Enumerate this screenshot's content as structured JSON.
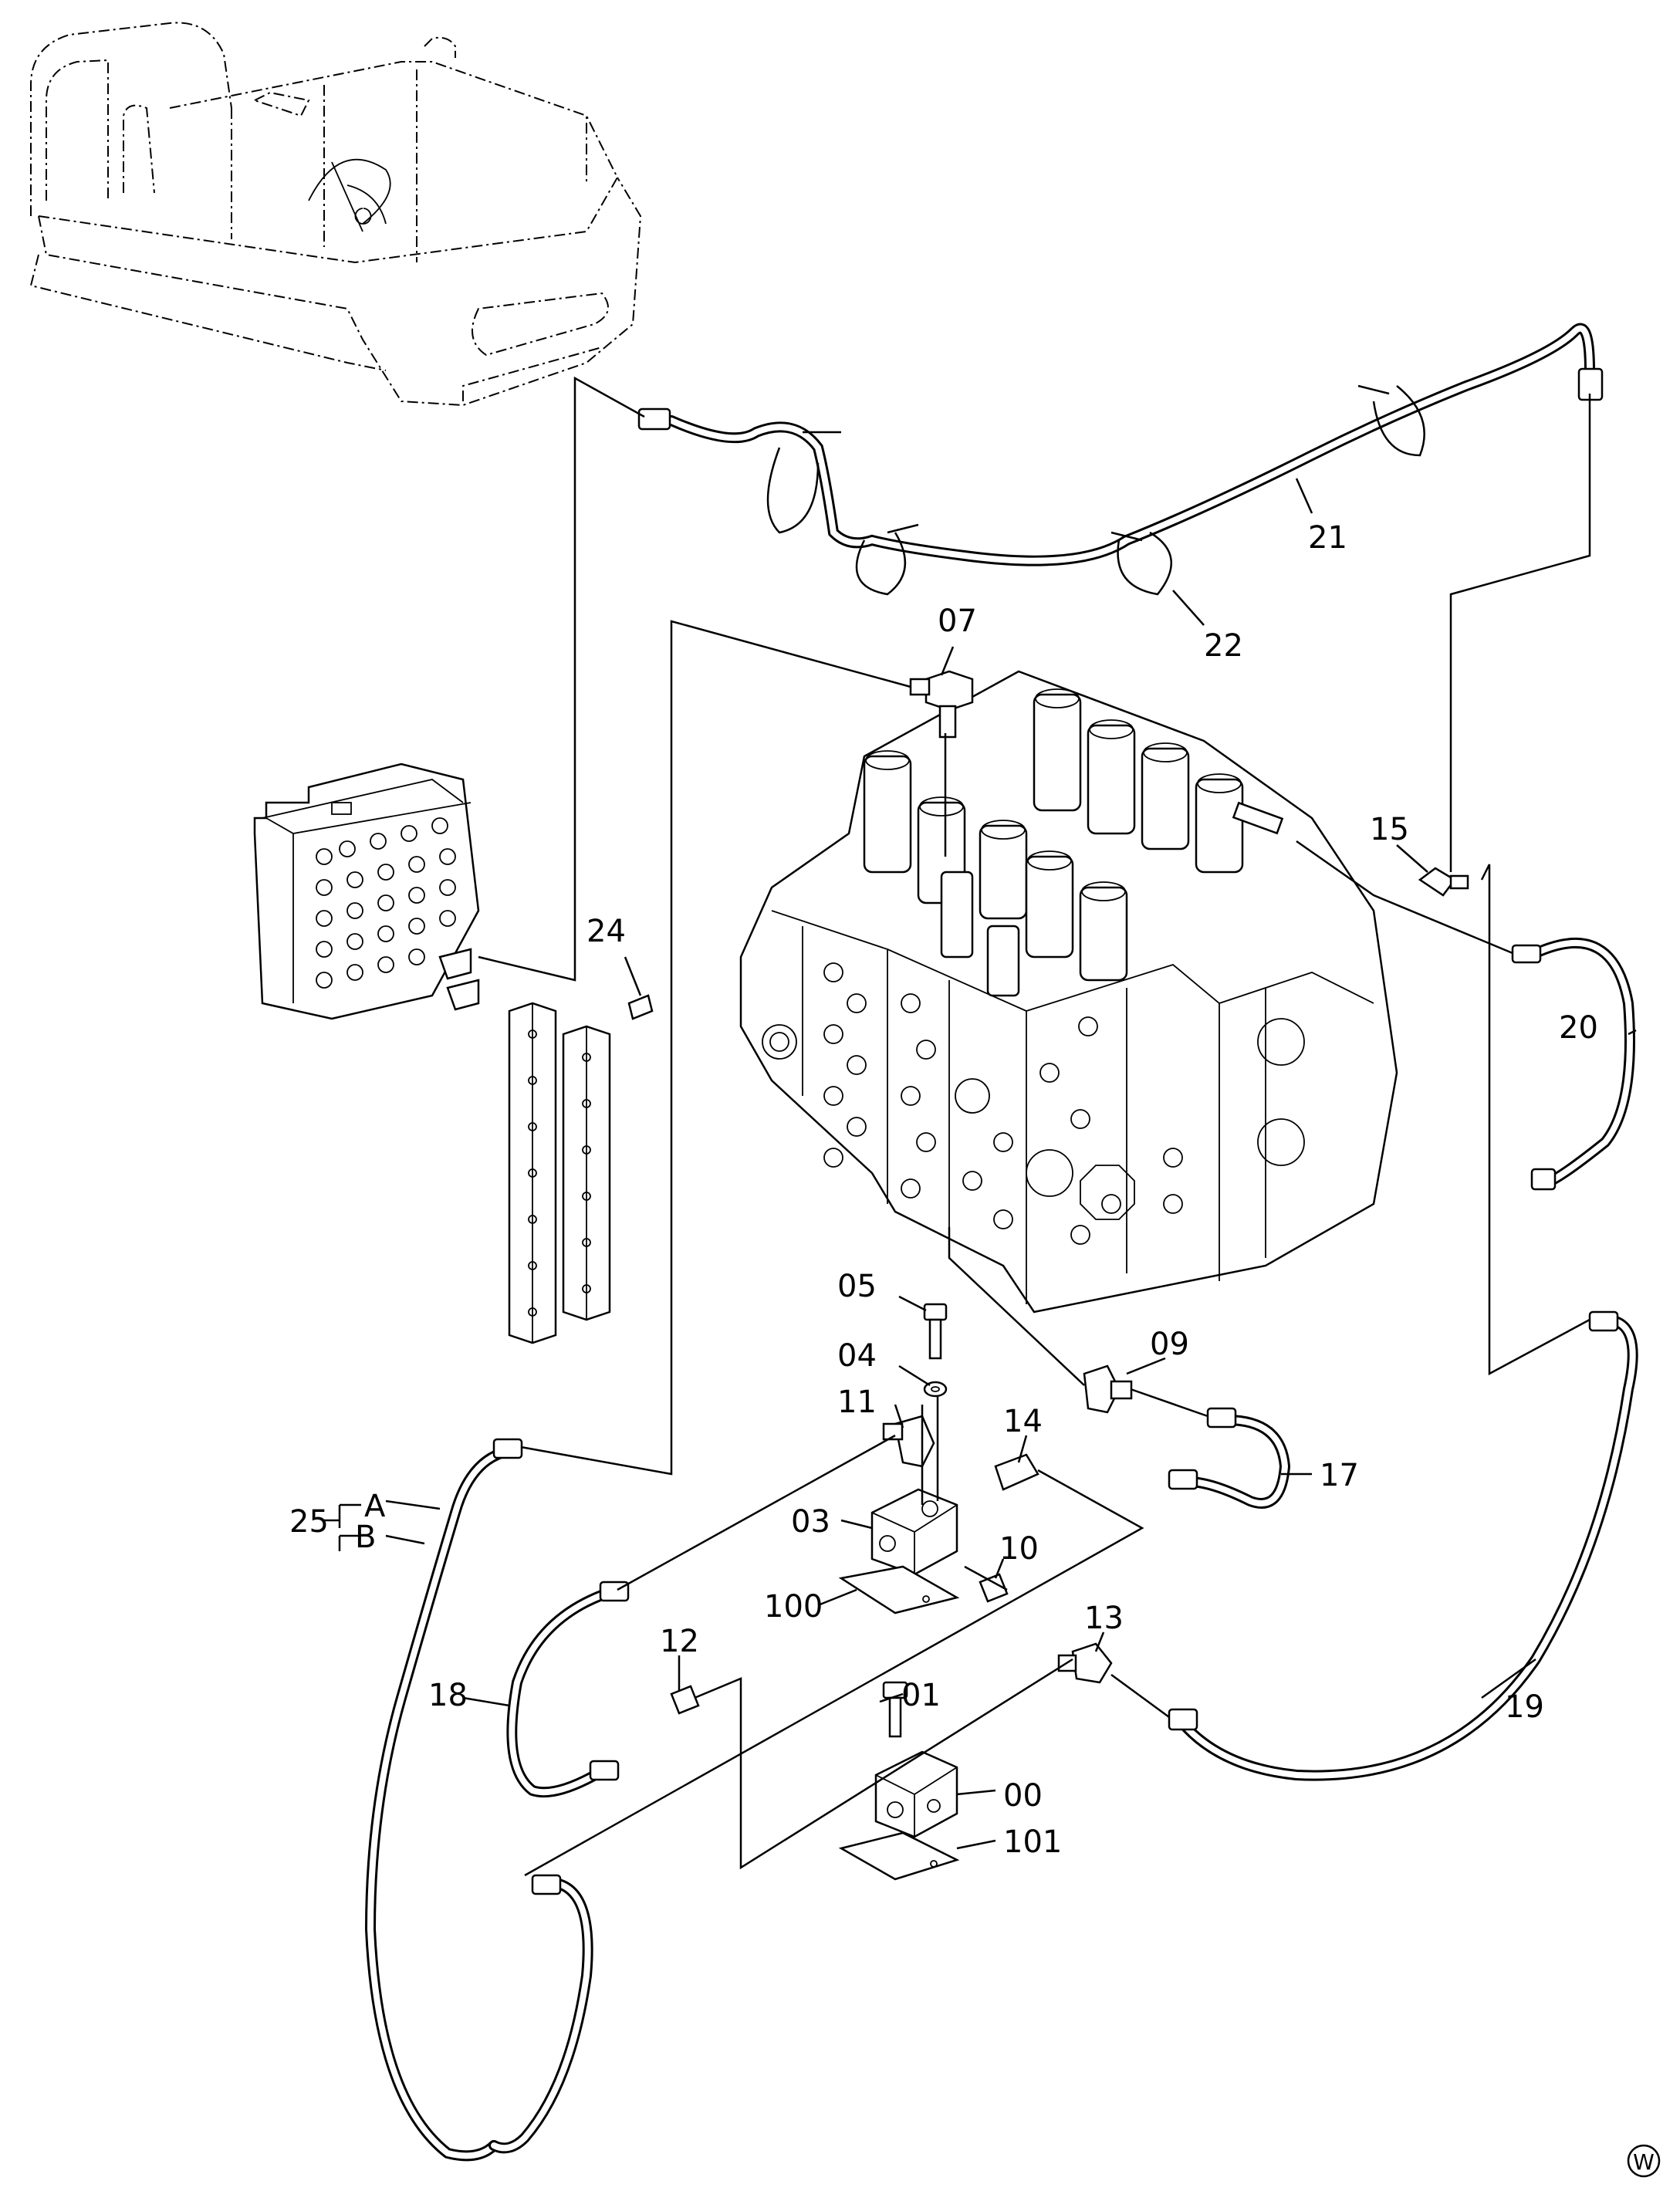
{
  "labels": {
    "p00": "00",
    "p01": "01",
    "p03": "03",
    "p04": "04",
    "p05": "05",
    "p07": "07",
    "p09": "09",
    "p10": "10",
    "p11": "11",
    "p12": "12",
    "p13": "13",
    "p14": "14",
    "p15": "15",
    "p17": "17",
    "p18": "18",
    "p19": "19",
    "p20": "20",
    "p21": "21",
    "p22": "22",
    "p24": "24",
    "p25": "25",
    "p25a": "A",
    "p25b": "B",
    "p100": "100",
    "p101": "101"
  },
  "corner_mark": "W"
}
